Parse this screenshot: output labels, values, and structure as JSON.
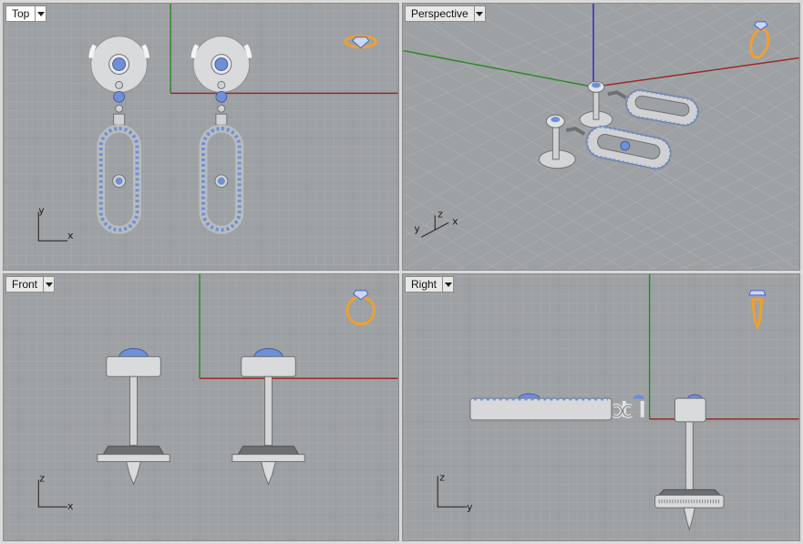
{
  "viewports": {
    "top": {
      "title": "Top",
      "active": true,
      "axis_labels": [
        "y",
        "x"
      ]
    },
    "perspective": {
      "title": "Perspective",
      "axis_labels": [
        "z",
        "y",
        "x"
      ]
    },
    "front": {
      "title": "Front",
      "axis_labels": [
        "z",
        "x"
      ]
    },
    "right": {
      "title": "Right",
      "axis_labels": [
        "z",
        "y"
      ]
    }
  },
  "icons": {
    "view_dropdown": "chevron-down-icon",
    "view_cube": "ring-view-indicator-icon"
  },
  "colors": {
    "viewport_bg": "#9ea1a4",
    "grid_minor": "#a9acae",
    "grid_major": "#8e9194",
    "x_axis": "#9b2b2b",
    "y_axis": "#2c8a2c",
    "z_axis": "#2f2fb0",
    "metal": "#cfd1d3",
    "gem": "#6f8fd6",
    "ring_indicator": "#f0a030"
  }
}
